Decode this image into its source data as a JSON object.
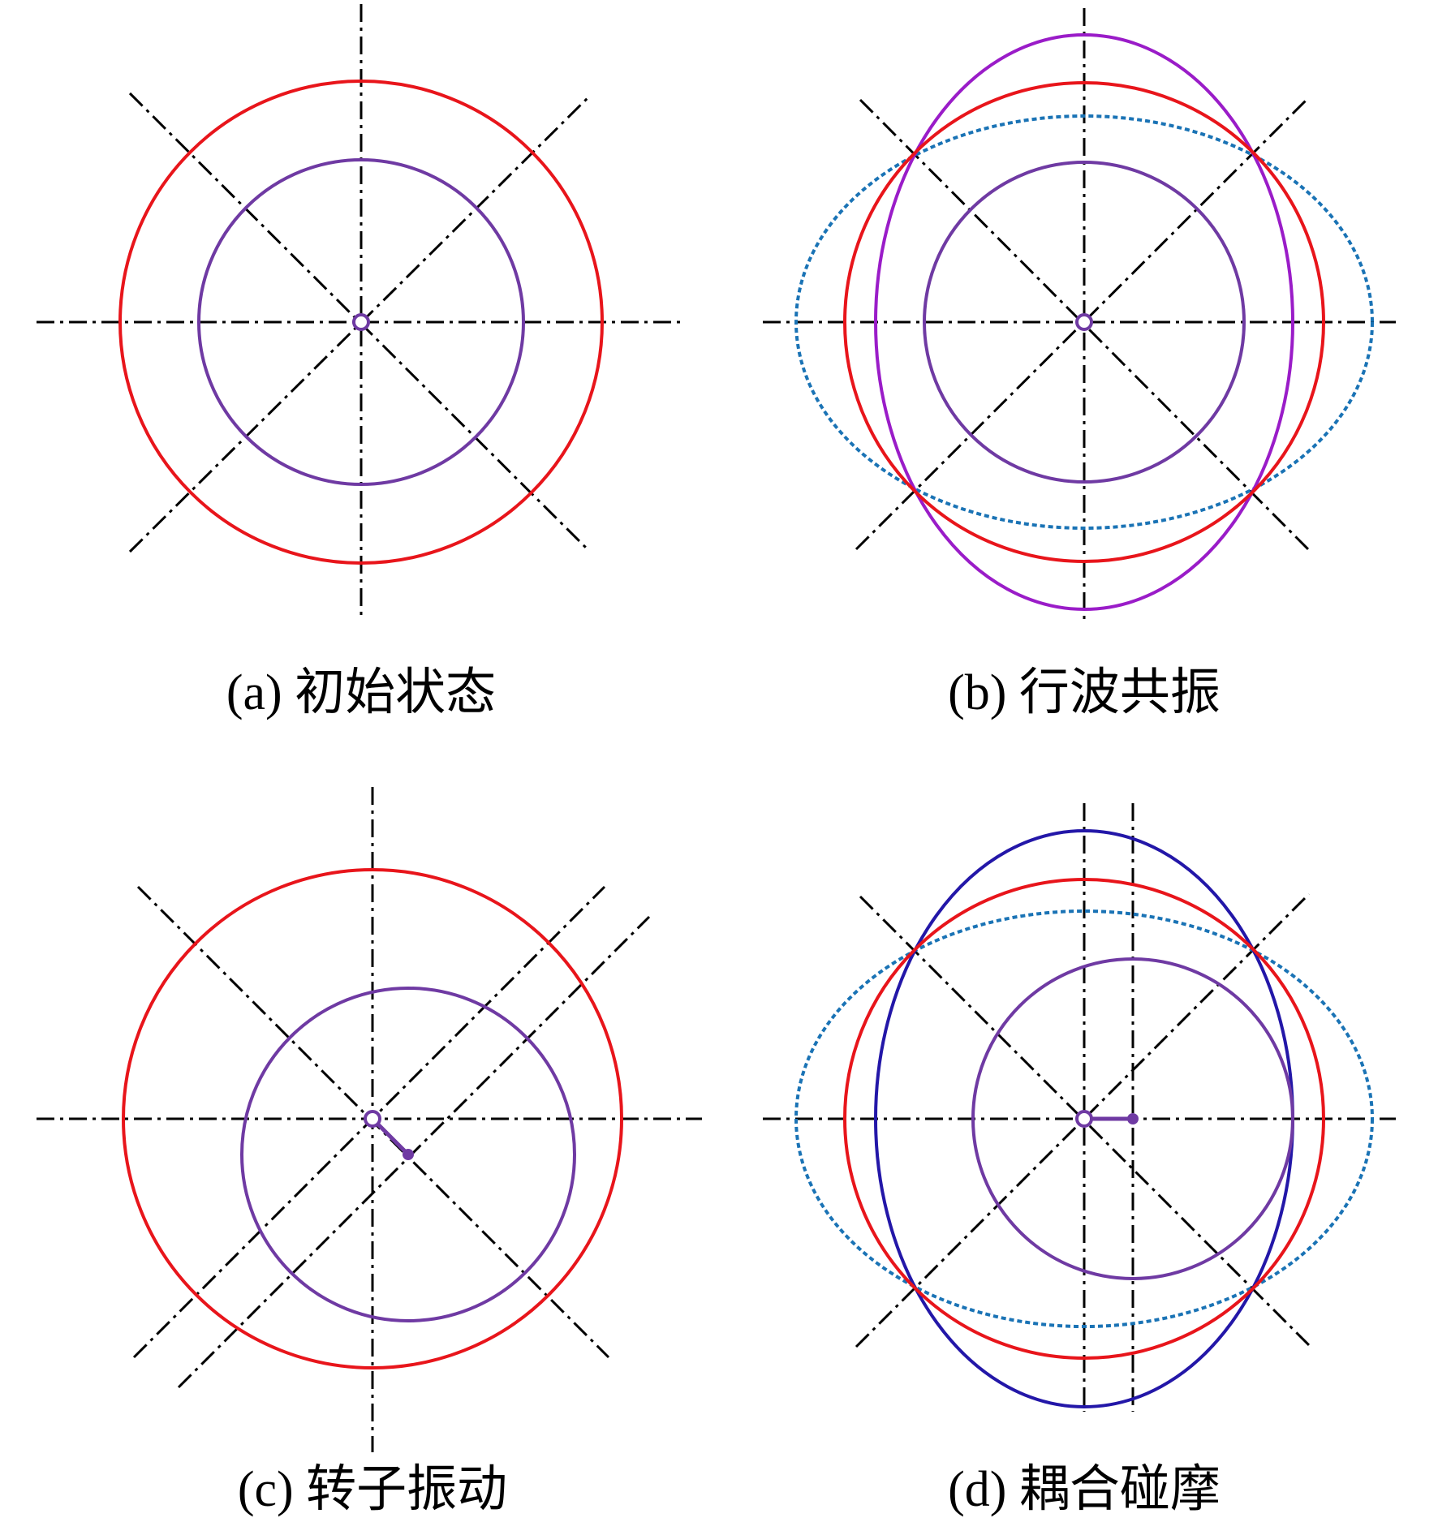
{
  "colors": {
    "axis": "#000000",
    "outer_circle": "#e8151b",
    "inner_circle": "#6f3aa3",
    "ellipse_vertical": "#9a1cc8",
    "ellipse_horizontal": "#1a73b5",
    "ellipse_vertical_d": "#2317a8",
    "shaft_marker": "#6f3aa3"
  },
  "panels": [
    {
      "id": "a",
      "caption": "(a) 初始状态"
    },
    {
      "id": "b",
      "caption": "(b) 行波共振"
    },
    {
      "id": "c",
      "caption": "(c) 转子振动"
    },
    {
      "id": "d",
      "caption": "(d) 耦合碰摩"
    }
  ]
}
